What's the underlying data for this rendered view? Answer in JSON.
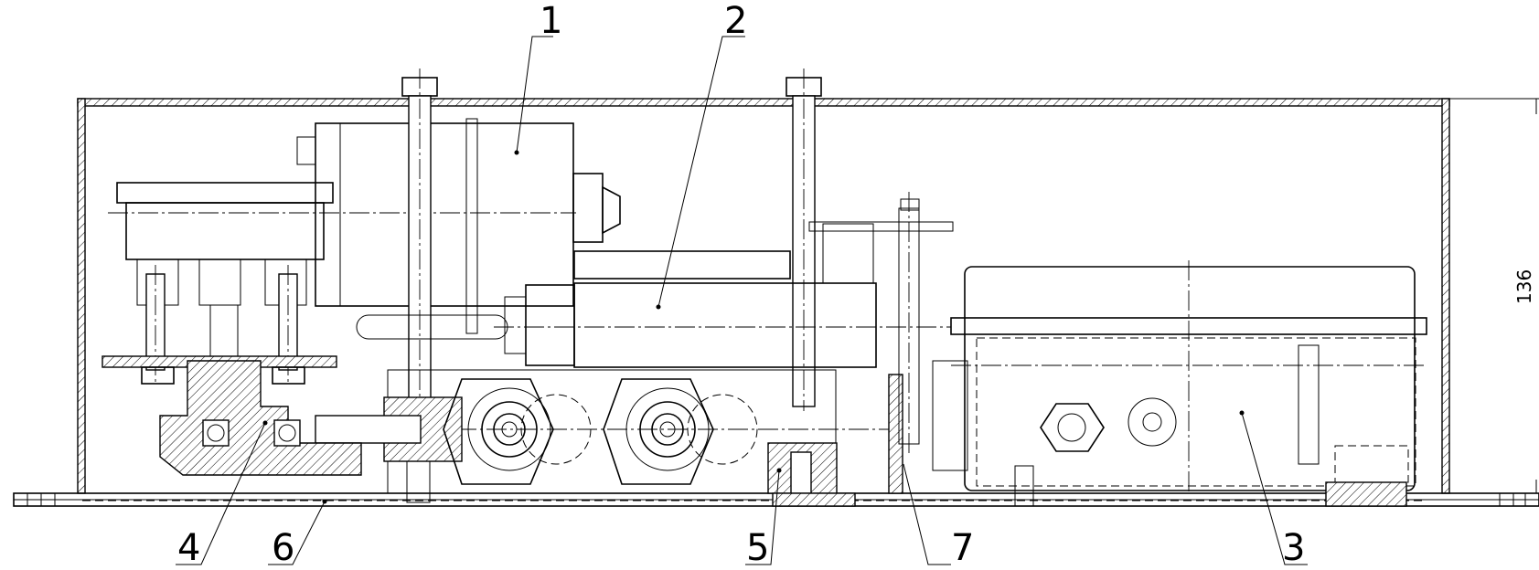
{
  "callouts": [
    {
      "label": "1"
    },
    {
      "label": "2"
    },
    {
      "label": "3"
    },
    {
      "label": "4"
    },
    {
      "label": "5"
    },
    {
      "label": "6"
    },
    {
      "label": "7"
    }
  ],
  "dimension": {
    "value": "136"
  }
}
